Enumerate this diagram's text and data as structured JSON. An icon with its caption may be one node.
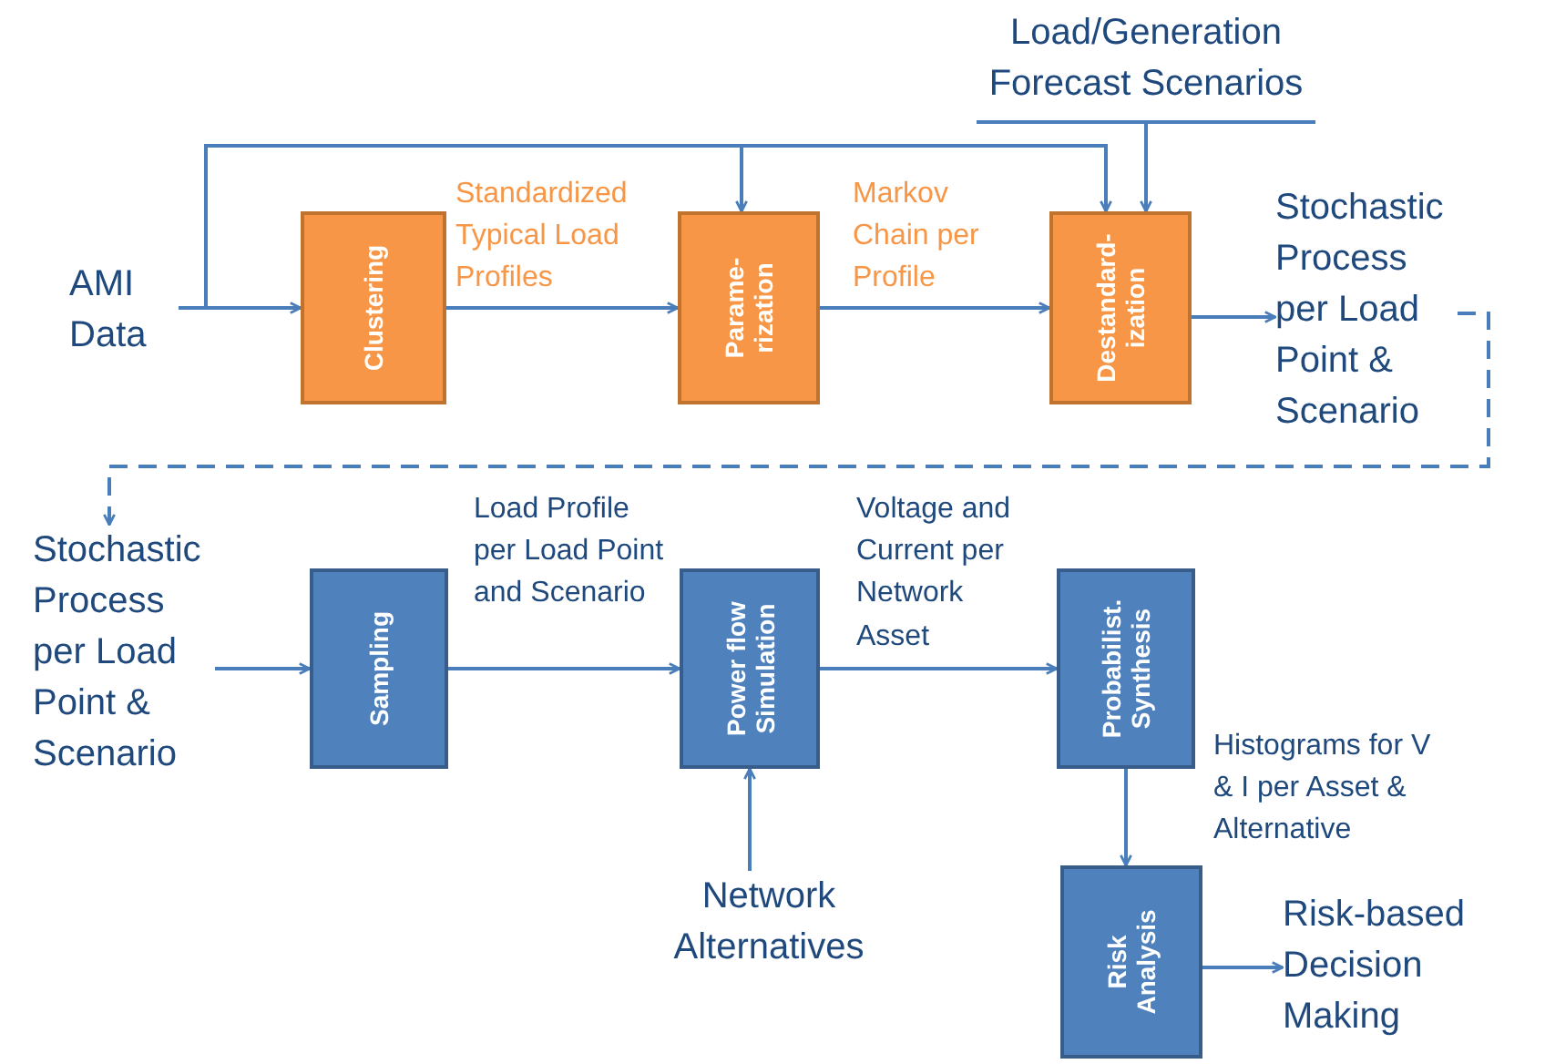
{
  "diagram": {
    "nodes": [
      {
        "text": [
          "AMI Data"
        ]
      },
      {
        "text": [
          "Clustering"
        ]
      },
      {
        "text": [
          "Parame-rization"
        ]
      },
      {
        "text": [
          "Destandard-ization"
        ]
      },
      {
        "text": [
          "Load/Generation Forecast Scenarios"
        ]
      },
      {
        "text": [
          "Stochastic Process per Load Point & Scenario"
        ]
      },
      {
        "text": [
          "Stochastic Process per Load Point & Scenario"
        ]
      },
      {
        "text": [
          "Sampling"
        ]
      },
      {
        "text": [
          "Power flow Simulation"
        ]
      },
      {
        "text": [
          "Probabilist. Synthesis"
        ]
      },
      {
        "text": [
          "Network Alternatives"
        ]
      },
      {
        "text": [
          "Risk Analysis"
        ]
      },
      {
        "text": [
          "Risk-based Decision Making"
        ]
      }
    ],
    "edges": [
      {
        "from": 0,
        "to": 1,
        "arrow": "to"
      },
      {
        "from": 0,
        "to": 2,
        "arrow": "to"
      },
      {
        "from": 0,
        "to": 3,
        "arrow": "to"
      },
      {
        "from": 1,
        "to": 2,
        "arrow": "to",
        "label": "Standardized Typical Load Profiles"
      },
      {
        "from": 2,
        "to": 3,
        "arrow": "to",
        "label": "Markov Chain per Profile"
      },
      {
        "from": 4,
        "to": 3,
        "arrow": "to"
      },
      {
        "from": 3,
        "to": 5,
        "arrow": "to"
      },
      {
        "from": 5,
        "to": 6,
        "arrow": "to",
        "style": "dashed"
      },
      {
        "from": 6,
        "to": 7,
        "arrow": "to"
      },
      {
        "from": 7,
        "to": 8,
        "arrow": "to",
        "label": "Load Profile per Load Point and Scenario"
      },
      {
        "from": 8,
        "to": 9,
        "arrow": "to",
        "label": "Voltage and Current per Network Asset"
      },
      {
        "from": 10,
        "to": 8,
        "arrow": "to"
      },
      {
        "from": 9,
        "to": 11,
        "arrow": "to",
        "label": "Histograms for V & I per Asset & Alternative"
      },
      {
        "from": 11,
        "to": 12,
        "arrow": "to"
      }
    ]
  }
}
